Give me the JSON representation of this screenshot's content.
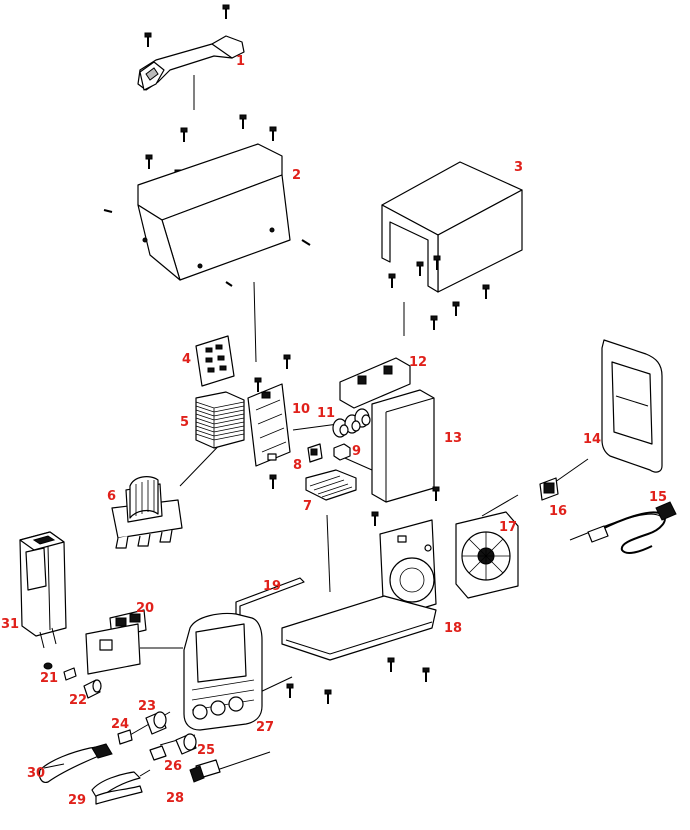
{
  "label_color": "#e0211b",
  "labels": {
    "p1": "1",
    "p2": "2",
    "p3": "3",
    "p4": "4",
    "p5": "5",
    "p6": "6",
    "p7": "7",
    "p8": "8",
    "p9": "9",
    "p10": "10",
    "p11": "11",
    "p12": "12",
    "p13": "13",
    "p14": "14",
    "p15": "15",
    "p16": "16",
    "p17": "17",
    "p18": "18",
    "p19": "19",
    "p20": "20",
    "p21": "21",
    "p22": "22",
    "p23": "23",
    "p24": "24",
    "p25": "25",
    "p26": "26",
    "p27": "27",
    "p28": "28",
    "p29": "29",
    "p30": "30",
    "p31": "31"
  }
}
